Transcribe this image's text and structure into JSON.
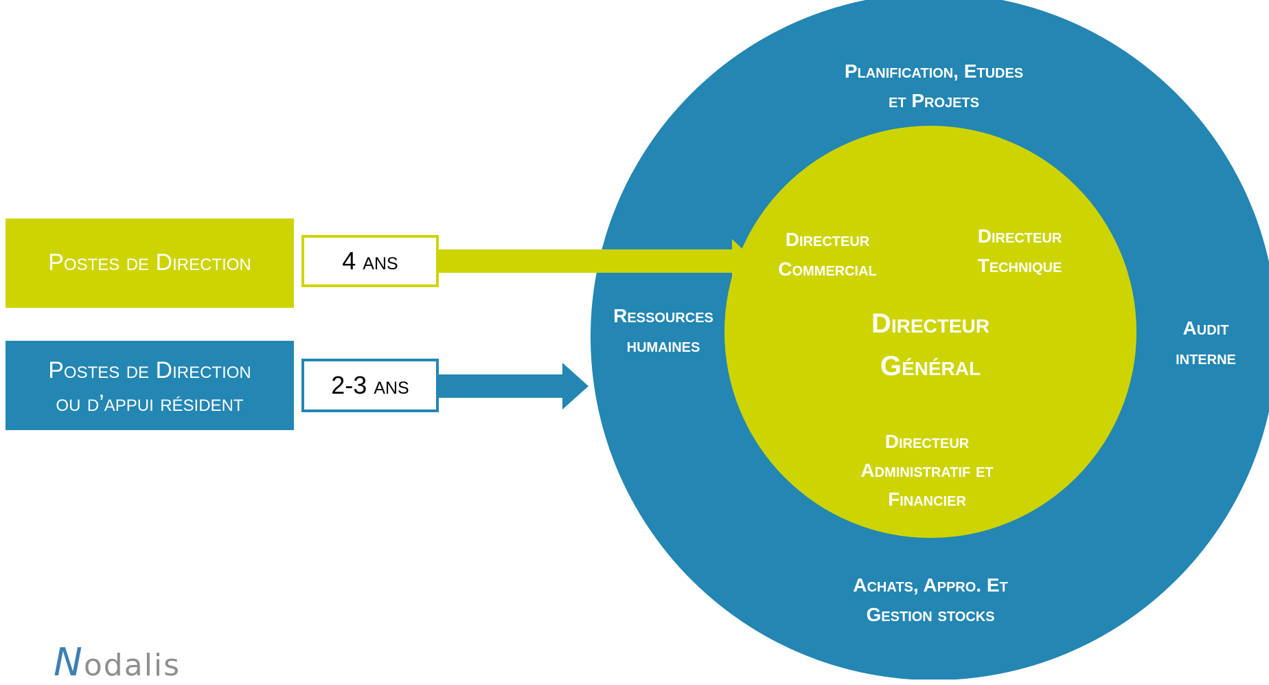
{
  "colors": {
    "green": "#cdd401",
    "blue": "#2386b3",
    "white": "#ffffff"
  },
  "left_boxes": {
    "direction": {
      "text": "Postes de Direction",
      "duration": "4 ans"
    },
    "resident": {
      "line1": "Postes de Direction",
      "line2": "ou d’appui résident",
      "duration": "2-3 ans"
    }
  },
  "outer_ring": {
    "top": [
      "Planification, Etudes",
      "et Projets"
    ],
    "left": [
      "Ressources",
      "humaines"
    ],
    "right": [
      "Audit",
      "interne"
    ],
    "bottom": [
      "Achats, Appro. Et",
      "Gestion stocks"
    ]
  },
  "inner_circle": {
    "commercial": [
      "Directeur",
      "Commercial"
    ],
    "technique": [
      "Directeur",
      "Technique"
    ],
    "general": [
      "Directeur",
      "Général"
    ],
    "admin": [
      "Directeur",
      "Administratif et",
      "Financier"
    ]
  },
  "logo": {
    "initial": "N",
    "rest": "odalis"
  }
}
